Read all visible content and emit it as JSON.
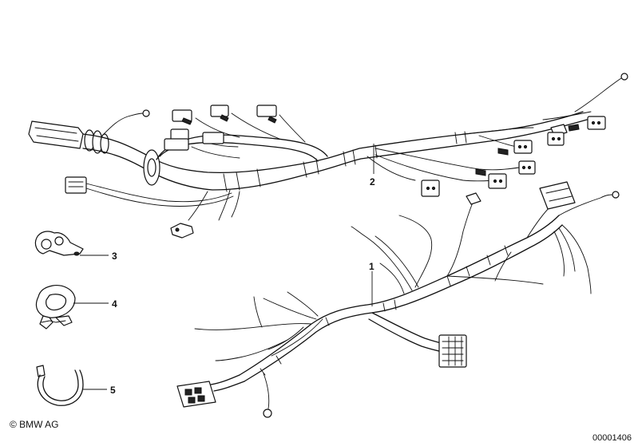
{
  "diagram": {
    "callouts": [
      {
        "id": "1",
        "label": "1"
      },
      {
        "id": "2",
        "label": "2"
      },
      {
        "id": "3",
        "label": "3"
      },
      {
        "id": "4",
        "label": "4"
      },
      {
        "id": "5",
        "label": "5"
      }
    ]
  },
  "footer": {
    "copyright": "© BMW AG",
    "document_number": "00001406"
  }
}
